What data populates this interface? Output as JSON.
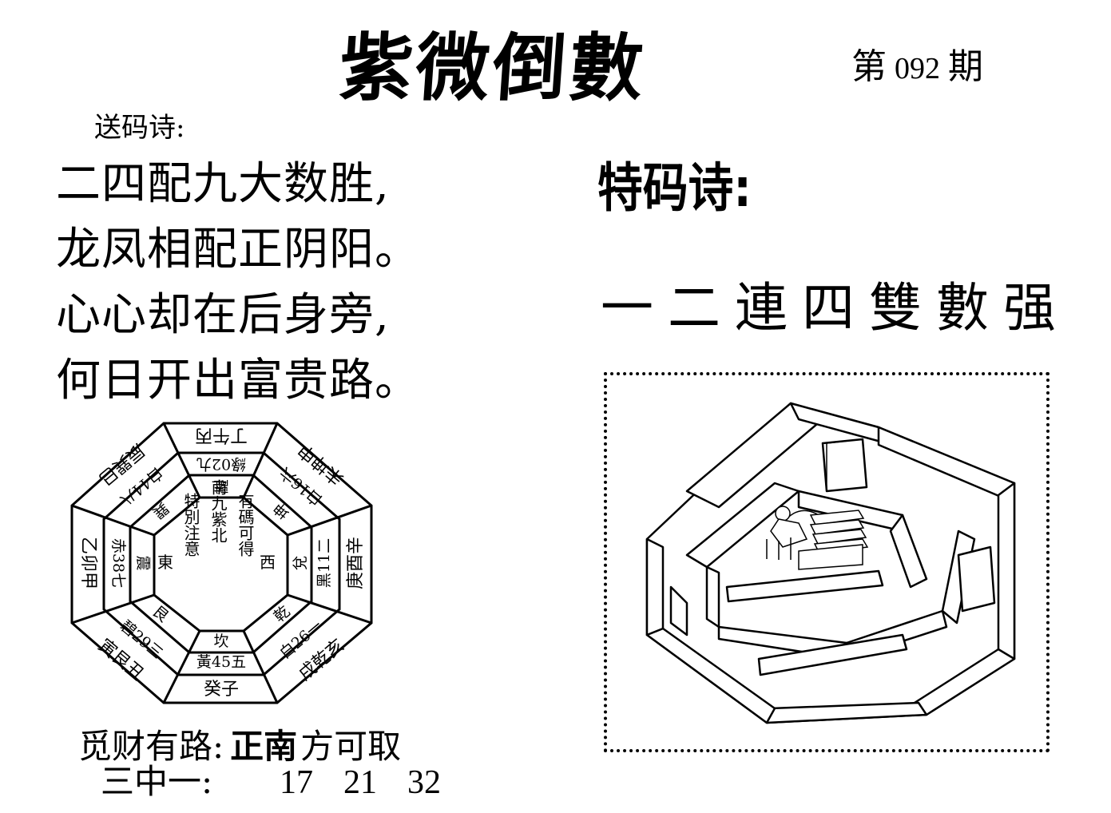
{
  "title": "紫微倒數",
  "issue": {
    "prefix": "第",
    "number": "092",
    "suffix": "期"
  },
  "poem": {
    "label": "送码诗:",
    "lines": [
      "二四配九大数胜,",
      "龙凤相配正阴阳。",
      "心心却在后身旁,",
      "何日开出富贵路。"
    ]
  },
  "special_poem": {
    "label": "特码诗:",
    "line": "一二連四雙數强"
  },
  "fortune": {
    "prefix": "觅财有路:",
    "direction": "正南",
    "suffix": "方可取"
  },
  "pick_three": {
    "label": "三中一:",
    "numbers": [
      "17",
      "21",
      "32"
    ]
  },
  "bagua": {
    "center_lines": [
      "有碼可得",
      "南九紫北",
      "特別注意"
    ],
    "center_dirs": {
      "west": "西",
      "east": "東"
    },
    "inner": {
      "top": "離",
      "top_right": "坤",
      "right": "兌",
      "bottom_right": "乾",
      "bottom": "坎",
      "bottom_left": "艮",
      "left": "震",
      "top_left": "巽"
    },
    "middle": {
      "top": "綠02九",
      "top_right": "白16六",
      "right": "黑11二",
      "bottom_right": "白26一",
      "bottom": "黃45五",
      "bottom_left": "碧29三",
      "left": "赤38七",
      "top_left": "白44八"
    },
    "outer": {
      "top": "丁午丙",
      "top_right": "未坤申",
      "right": "庚酉辛",
      "bottom_right": "戌乾亥",
      "bottom": "癸子",
      "bottom_left": "寅艮丑",
      "left": "乙卯甲",
      "top_left": "辰巽巳"
    }
  },
  "illustration": {
    "subject": "maze-with-person-at-desk"
  },
  "colors": {
    "ink": "#000000",
    "paper": "#ffffff"
  }
}
